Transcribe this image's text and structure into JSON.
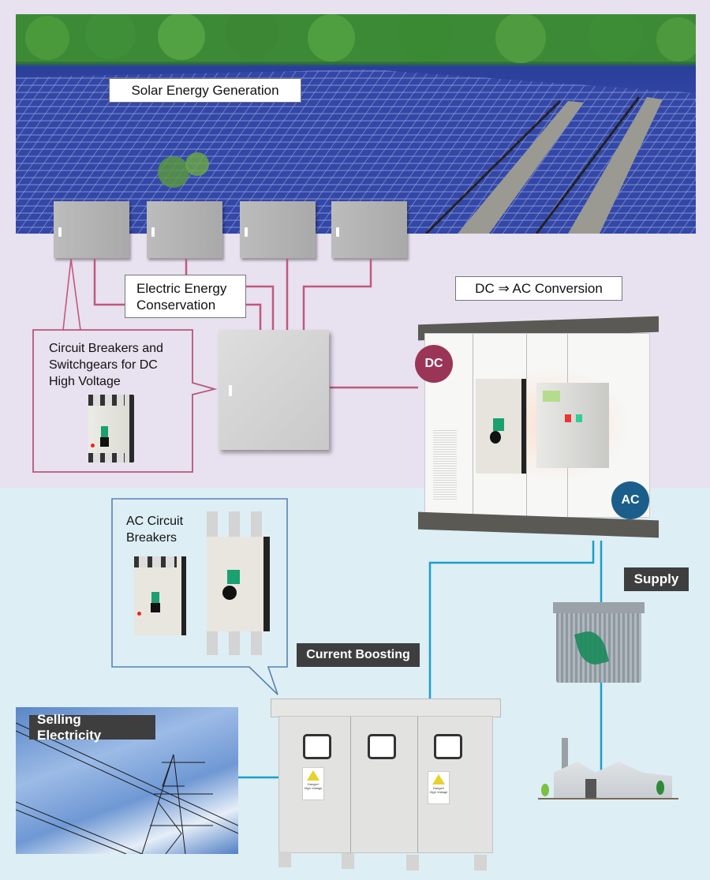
{
  "labels": {
    "solar_generation": "Solar Energy Generation",
    "energy_conservation_line1": "Electric Energy",
    "energy_conservation_line2": "Conservation",
    "dc_ac_conversion": "DC ⇒ AC Conversion",
    "supply": "Supply",
    "current_boosting": "Current Boosting",
    "selling_electricity": "Selling Electricity"
  },
  "callouts": {
    "dc_breakers": {
      "line1": "Circuit Breakers and",
      "line2": "Switchgears for DC",
      "line3": "High Voltage"
    },
    "ac_breakers": {
      "line1": "AC Circuit",
      "line2": "Breakers"
    }
  },
  "badges": {
    "dc": "DC",
    "ac": "AC"
  },
  "warning_sign": {
    "line1": "Danger!",
    "line2": "High Voltage"
  },
  "colors": {
    "dc_line": "#c0587f",
    "ac_line": "#1aa0c8",
    "dc_badge": "#9b3558",
    "ac_badge": "#1b5e8c",
    "top_bg": "#e8e1ef",
    "bottom_bg": "#ddeef5"
  }
}
